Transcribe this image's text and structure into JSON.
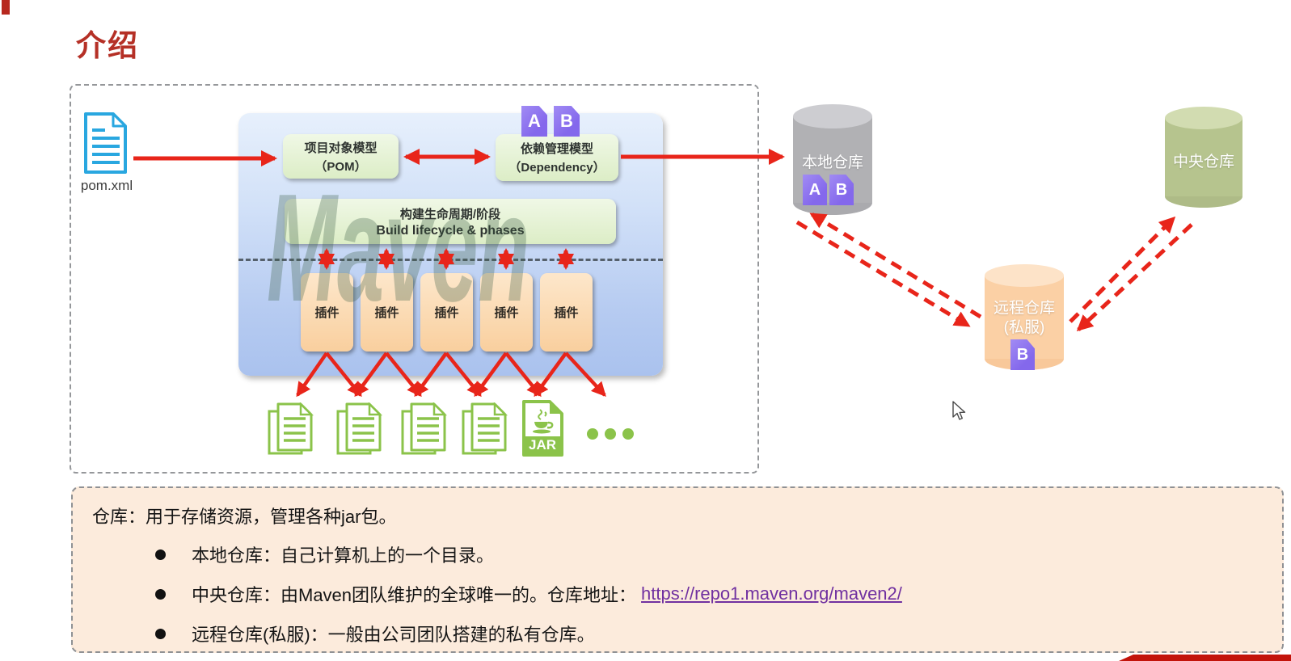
{
  "page": {
    "title": "介绍"
  },
  "colors": {
    "accent_red": "#e8251a",
    "title_red": "#b53026",
    "badge_purple": "#8a70ee",
    "link_purple": "#7030a0",
    "blue_panel": "#bcd0f2",
    "green_box": "#ddeec9",
    "plugin_orange": "#f9cf9e",
    "notes_bg": "#fcebdc",
    "local_repo_gray": "#b1b1b4",
    "central_repo_green": "#b6c48e",
    "remote_repo_orange": "#fbd0a5"
  },
  "diagram": {
    "pom_file": "pom.xml",
    "watermark": "Maven",
    "pom_box": {
      "line1": "项目对象模型",
      "line2": "（POM）"
    },
    "dependency_box": {
      "line1": "依赖管理模型",
      "line2": "（Dependency）"
    },
    "lifecycle_box": {
      "line1": "构建生命周期/阶段",
      "line2": "Build lifecycle & phases"
    },
    "badge_a": "A",
    "badge_b": "B",
    "plugins": [
      "插件",
      "插件",
      "插件",
      "插件",
      "插件"
    ],
    "jar_label": "JAR"
  },
  "repositories": {
    "local": {
      "label": "本地仓库",
      "badge_a": "A",
      "badge_b": "B"
    },
    "central": {
      "label": "中央仓库"
    },
    "remote": {
      "label_line1": "远程仓库",
      "label_line2": "(私服)",
      "badge_b": "B"
    }
  },
  "notes": {
    "intro": "仓库：用于存储资源，管理各种jar包。",
    "bullets": [
      {
        "text": "本地仓库：自己计算机上的一个目录。"
      },
      {
        "text": "中央仓库：由Maven团队维护的全球唯一的。仓库地址：",
        "link": "https://repo1.maven.org/maven2/"
      },
      {
        "text": "远程仓库(私服)：一般由公司团队搭建的私有仓库。"
      }
    ]
  }
}
